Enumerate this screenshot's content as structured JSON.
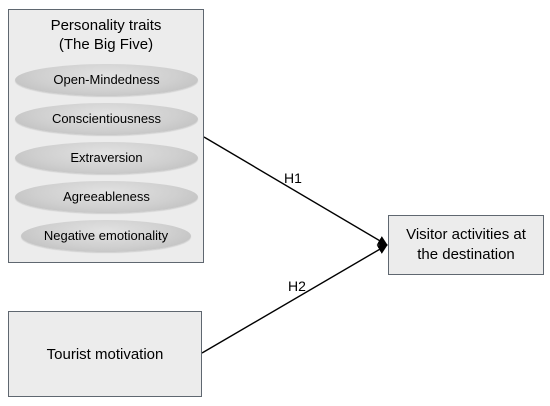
{
  "traits": {
    "title_line1": "Personality traits",
    "title_line2": "(The Big Five)",
    "items": [
      {
        "label": "Open-Mindedness"
      },
      {
        "label": "Conscientiousness"
      },
      {
        "label": "Extraversion"
      },
      {
        "label": "Agreeableness"
      },
      {
        "label": "Negative emotionality"
      }
    ]
  },
  "motivation": {
    "label": "Tourist motivation"
  },
  "outcome": {
    "label": "Visitor activities at the destination"
  },
  "paths": {
    "h1": "H1",
    "h2": "H2"
  },
  "colors": {
    "box_fill": "#ececec",
    "box_border": "#5f6770",
    "ellipse_fill": "#cfcfcf",
    "arrow": "#000000"
  }
}
